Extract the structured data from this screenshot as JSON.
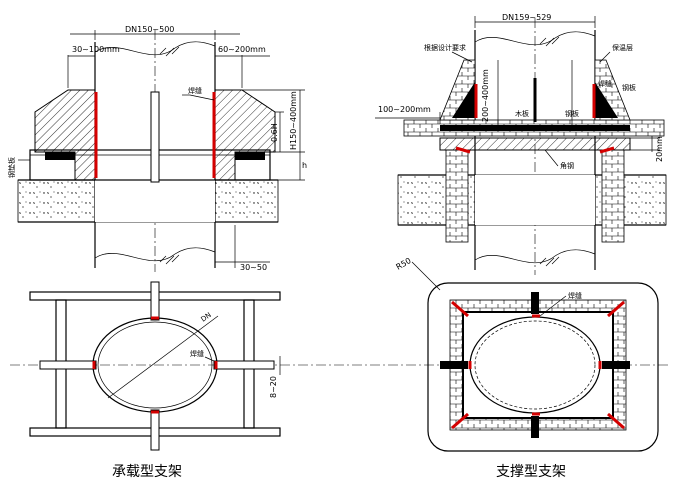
{
  "left": {
    "dim_top": "DN150~500",
    "dim_left": "30~100mm",
    "dim_right": "60~200mm",
    "label_weld": "焊缝",
    "dim_h_total": "H150~400mm",
    "dim_06h": "0.6H",
    "dim_h": "h",
    "label_base": "钢垫板",
    "dim_bottom": "30~50",
    "plan_dn": "DN",
    "plan_weld": "焊缝",
    "plan_dim": "8~20",
    "caption": "承载型支架"
  },
  "right": {
    "dim_top": "DN159~529",
    "label_design": "根据设计要求",
    "label_insul": "保温层",
    "label_weld": "焊缝",
    "label_plate": "钢板",
    "dim_side": "100~200mm",
    "dim_inner": "200~400mm",
    "label_wood": "木板",
    "label_plate2": "钢板",
    "label_angle": "角钢",
    "dim_20": "20mm",
    "plan_r": "R50",
    "plan_weld": "焊缝",
    "caption": "支撑型支架"
  },
  "colors": {
    "weld": "#d40000",
    "line": "#000000",
    "background": "#ffffff"
  }
}
